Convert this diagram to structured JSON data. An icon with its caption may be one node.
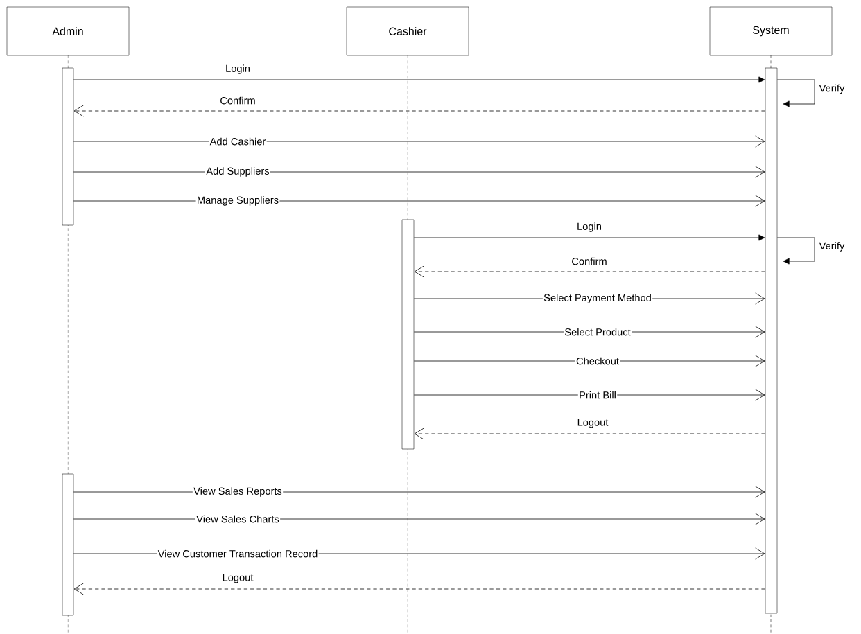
{
  "diagram": {
    "nodes": [
      {
        "text": [
          "Admin"
        ]
      },
      {
        "text": [
          "Cashier"
        ]
      },
      {
        "text": [
          "System"
        ]
      },
      {
        "text": [],
        "shape": "bar"
      },
      {
        "text": [],
        "shape": "bar"
      },
      {
        "text": [],
        "shape": "bar"
      },
      {
        "text": [],
        "shape": "bar"
      }
    ],
    "edges": [
      {
        "from": 3,
        "to": 4,
        "arrow": "to",
        "label": "Login"
      },
      {
        "from": 4,
        "to": 4,
        "arrow": "to",
        "label": "Verify"
      },
      {
        "from": 4,
        "to": 3,
        "arrow": "to",
        "label": "Confirm",
        "style": "dashed"
      },
      {
        "from": 3,
        "to": 4,
        "arrow": "to",
        "label": "Add Cashier"
      },
      {
        "from": 3,
        "to": 4,
        "arrow": "to",
        "label": "Add Suppliers"
      },
      {
        "from": 3,
        "to": 4,
        "arrow": "to",
        "label": "Manage Suppliers"
      },
      {
        "from": 5,
        "to": 4,
        "arrow": "to",
        "label": "Login"
      },
      {
        "from": 4,
        "to": 4,
        "arrow": "to",
        "label": "Verify"
      },
      {
        "from": 4,
        "to": 5,
        "arrow": "to",
        "label": "Confirm",
        "style": "dashed"
      },
      {
        "from": 5,
        "to": 4,
        "arrow": "to",
        "label": "Select Payment Method"
      },
      {
        "from": 5,
        "to": 4,
        "arrow": "to",
        "label": "Select Product"
      },
      {
        "from": 5,
        "to": 4,
        "arrow": "to",
        "label": "Checkout"
      },
      {
        "from": 5,
        "to": 4,
        "arrow": "to",
        "label": "Print Bill"
      },
      {
        "from": 4,
        "to": 5,
        "arrow": "to",
        "label": "Logout",
        "style": "dashed"
      },
      {
        "from": 6,
        "to": 4,
        "arrow": "to",
        "label": "View Sales Reports"
      },
      {
        "from": 6,
        "to": 4,
        "arrow": "to",
        "label": "View Sales Charts"
      },
      {
        "from": 6,
        "to": 4,
        "arrow": "to",
        "label": "View Customer Transaction Record"
      },
      {
        "from": 4,
        "to": 6,
        "arrow": "to",
        "label": "Logout",
        "style": "dashed"
      }
    ]
  }
}
